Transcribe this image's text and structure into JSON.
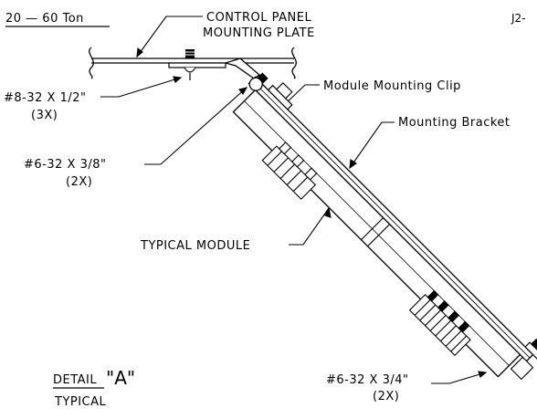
{
  "drawing": {
    "header_left": "20 — 60 Ton",
    "sheet_ref": "J2-",
    "labels": {
      "control_panel_line1": "CONTROL PANEL",
      "control_panel_line2": "MOUNTING PLATE",
      "screw_8_line1": "#8-32 X 1/2\"",
      "screw_8_line2": "(3X)",
      "screw_6a_line1": "#6-32 X 3/8\"",
      "screw_6a_line2": "(2X)",
      "module_clip": "Module Mounting Clip",
      "mounting_bracket": "Mounting Bracket",
      "typical_module": "TYPICAL MODULE",
      "screw_6b_line1": "#6-32 X 3/4\"",
      "screw_6b_line2": "(2X)"
    },
    "detail": {
      "word": "DETAIL",
      "letter": "\"A\"",
      "sub": "TYPICAL"
    }
  }
}
